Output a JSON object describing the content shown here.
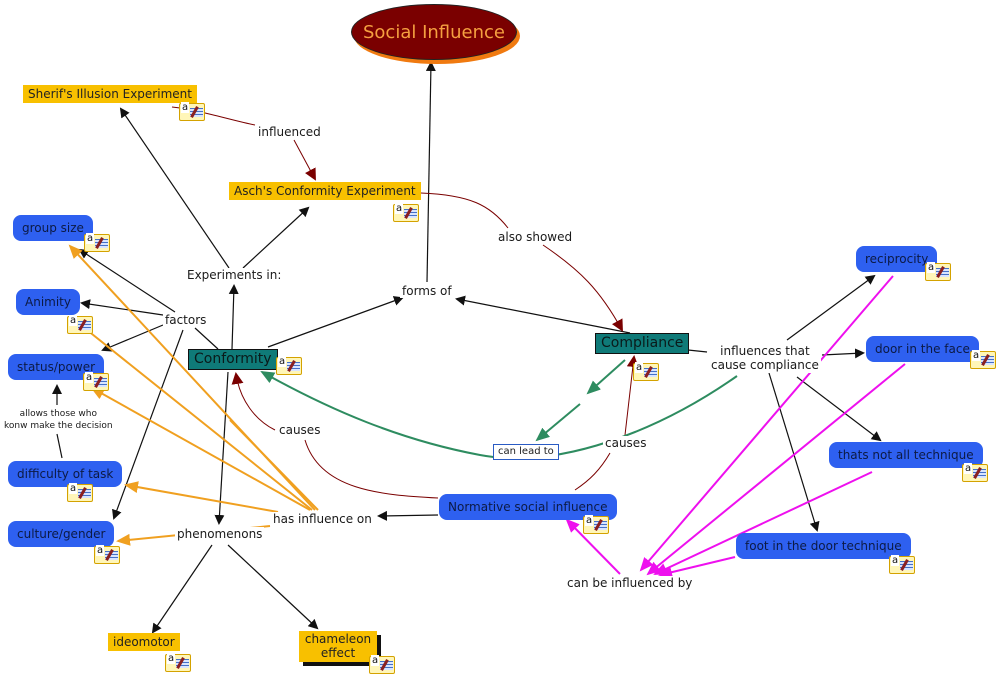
{
  "map": {
    "root": "Social Influence",
    "concepts": {
      "sherif": "Sherif's Illusion Experiment",
      "asch": "Asch's Conformity Experiment",
      "group_size": "group size",
      "animity": "Animity",
      "status_power": "status/power",
      "difficulty": "difficulty of task",
      "culture": "culture/gender",
      "conformity": "Conformity",
      "compliance": "Compliance",
      "normative": "Normative social influence",
      "ideomotor": "ideomotor",
      "chameleon_1": "chameleon",
      "chameleon_2": "effect",
      "reciprocity": "reciprocity",
      "door_face": "door in the face",
      "not_all": "thats not all technique",
      "foot_door": "foot in the door technique"
    },
    "links": {
      "influenced": "influenced",
      "experiments_in": "Experiments in:",
      "factors": "factors",
      "forms_of": "forms of",
      "also_showed": "also showed",
      "allows_1": "allows those who",
      "allows_2": "konw make the decision",
      "causes_left": "causes",
      "causes_right": "causes",
      "can_lead_to": "can lead to",
      "has_influence_on": "has influence on",
      "phenomenons": "phenomenons",
      "influences_1": "influences that",
      "influences_2": "cause compliance",
      "can_be_influenced_by": "can be influenced by"
    },
    "icons": {
      "note": "annotation-note-icon"
    },
    "colors": {
      "black_link": "#111111",
      "red_link": "#7a0000",
      "orange_link": "#f0a020",
      "green_link": "#2e8c60",
      "magenta_link": "#ee10ee",
      "yellow_concept": "#f8c000",
      "blue_concept": "#2e60f0",
      "teal_concept": "#0f7a78"
    }
  }
}
